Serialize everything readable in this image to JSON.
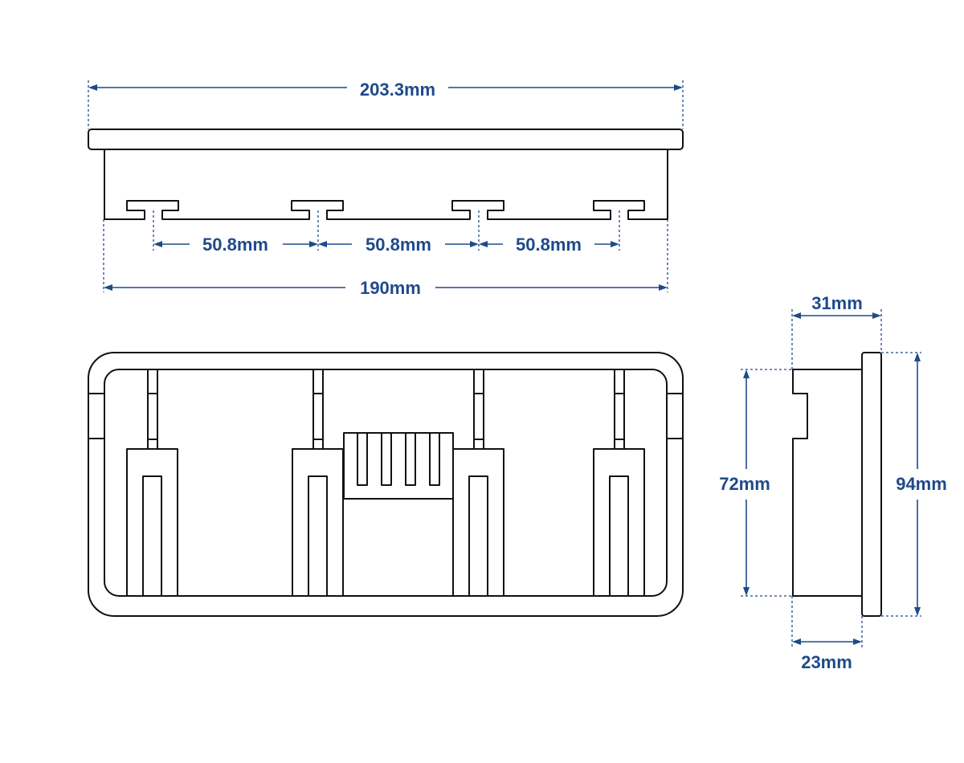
{
  "dimensions": {
    "top_overall_width": "203.3mm",
    "slot_spacing_1": "50.8mm",
    "slot_spacing_2": "50.8mm",
    "slot_spacing_3": "50.8mm",
    "base_width": "190mm",
    "side_depth_top": "31mm",
    "side_inner_height": "72mm",
    "side_outer_height": "94mm",
    "side_depth_bottom": "23mm"
  },
  "colors": {
    "dimension": "#1f4a8a",
    "outline": "#111111",
    "background": "#ffffff"
  }
}
